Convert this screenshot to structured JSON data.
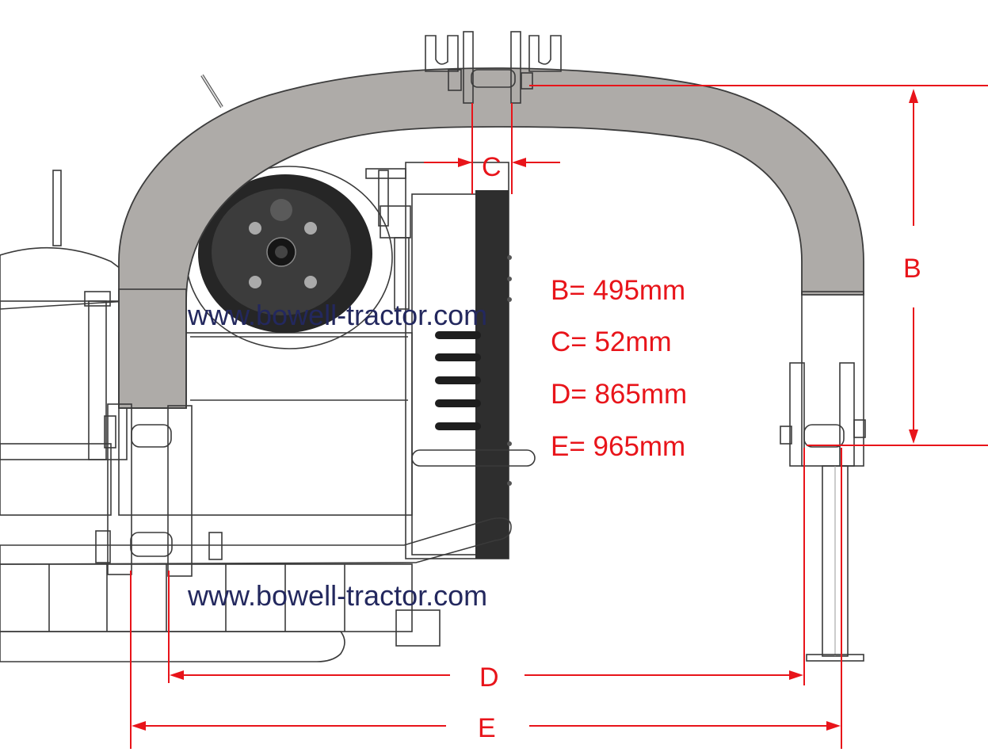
{
  "specs": [
    {
      "text": "B= 495mm"
    },
    {
      "text": "C= 52mm"
    },
    {
      "text": "D= 865mm"
    },
    {
      "text": "E= 965mm"
    }
  ],
  "dimension_labels": {
    "b": "B",
    "c": "C",
    "d": "D",
    "e": "E"
  },
  "watermarks": {
    "upper": "www.bowell-tractor.com",
    "lower": "www.bowell-tractor.com"
  },
  "colors": {
    "dimension": "#e8141a",
    "watermark": "#23285e",
    "frame": "#aeaba8",
    "body": "#f2f2f2"
  }
}
